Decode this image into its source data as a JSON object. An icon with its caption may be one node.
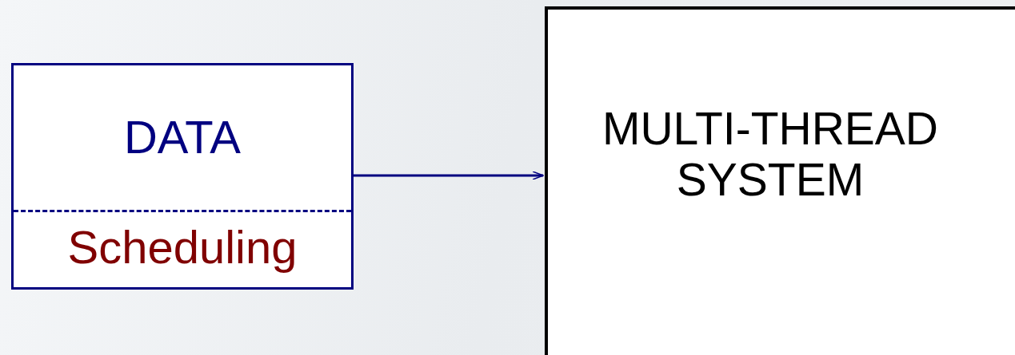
{
  "diagram": {
    "nodes": [
      {
        "text": [
          "DATA",
          "Scheduling"
        ]
      },
      {
        "text": [
          "MULTI-THREAD SYSTEM"
        ]
      }
    ],
    "edges": [
      {
        "from": 0,
        "to": 1,
        "arrow": "to"
      }
    ]
  }
}
